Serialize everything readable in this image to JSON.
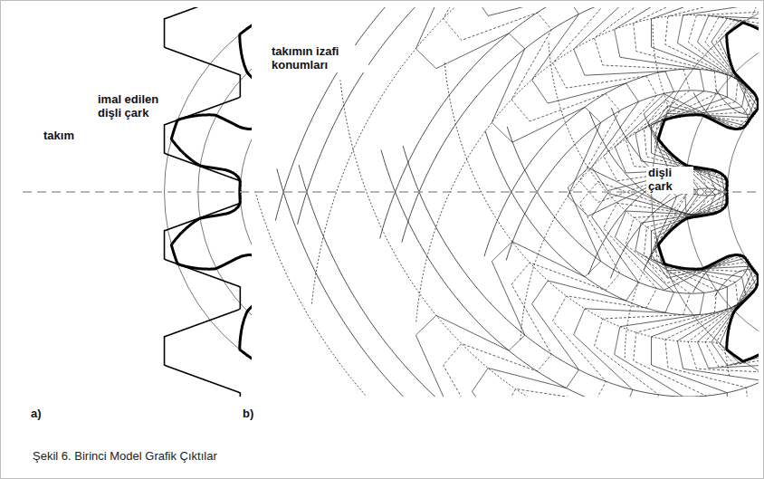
{
  "diagram": {
    "caption": "Şekil 6. Birinci Model Grafik Çıktılar",
    "labels": [
      "takım",
      "imal edilen dişli çark",
      "takımın izafi konumları",
      "dişli çark",
      "a)",
      "b)"
    ]
  }
}
